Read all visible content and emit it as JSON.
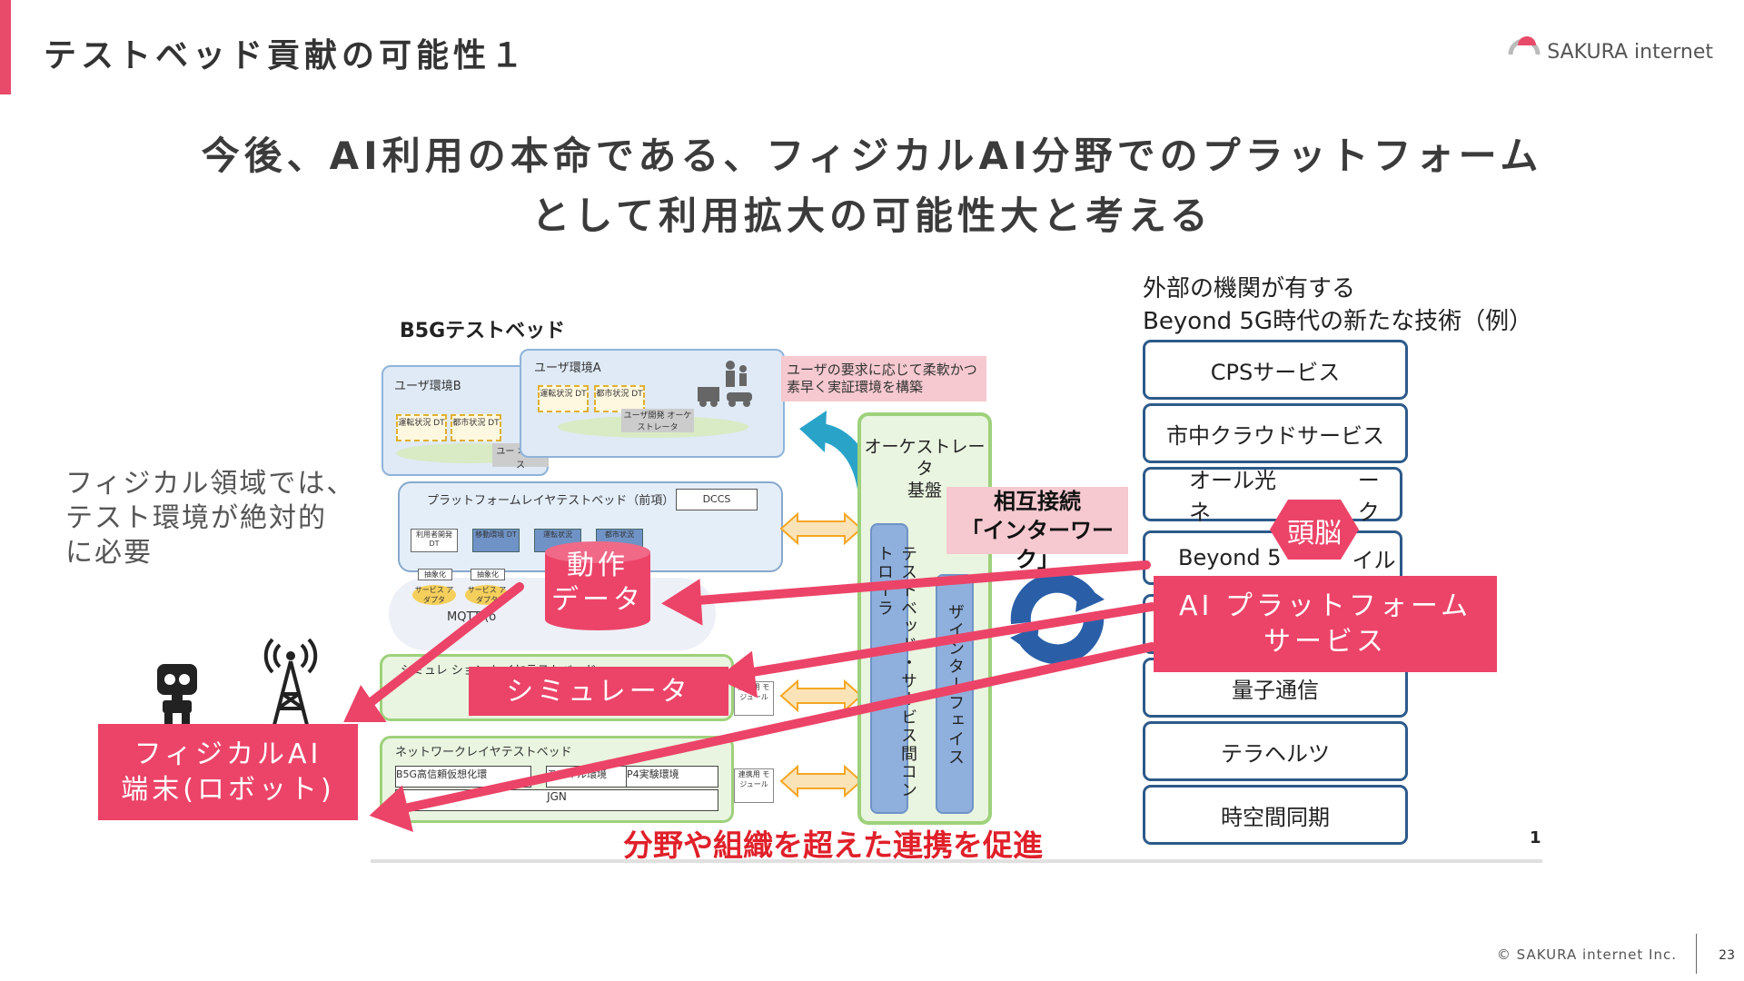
{
  "slide": {
    "title": "テストベッド貢献の可能性１",
    "headline_line1": "今後、AI利用の本命である、フィジカルAI分野でのプラットフォーム",
    "headline_line2": "として利用拡大の可能性大と考える",
    "logo_text": "SAKURA internet",
    "copyright": "© SAKURA internet Inc.",
    "page_number": "23",
    "accent_color": "#e84a6a"
  },
  "left_note": {
    "lines": [
      "フィジカル領域では、",
      "テスト環境が絶対的",
      "に必要"
    ]
  },
  "physical_ai": {
    "label_line1": "フィジカルAI",
    "label_line2": "端末(ロボット)",
    "robot_icon": "robot-icon",
    "antenna_icon": "antenna-icon"
  },
  "testbed": {
    "title": "B5Gテストベッド",
    "user_env_b": "ユーザ環境B",
    "user_env_a": "ユーザ環境A",
    "dt_labels": [
      "運転状況 DT",
      "都市状況 DT"
    ],
    "user_orchestrator": "ユーザ開発 オーケストレータ",
    "user_orch_short": "ユー オーケス",
    "callout": "ユーザの要求に応じて柔軟かつ素早く実証環境を構築",
    "platform_layer": "プラットフォームレイヤテストベッド（前項）",
    "dccs": "DCCS",
    "small_modules": [
      "利用者開発 DT",
      "移動環境 DT",
      "運転状況",
      "都市状況"
    ],
    "abstraction": "抽象化",
    "service_adapter": "サービス アダプタ",
    "mqtt": "MQTT (o",
    "mqtt_tail": ")",
    "sim_layer": "シミュレ ション レイヤテストベッド",
    "sim_tail": "ータ",
    "link_module": "連携用 モジュール",
    "network_layer": "ネットワークレイヤテストベッド",
    "b5g_virtual": "B5G高信頼仮想化環",
    "mobile_env": "モバイル環境",
    "p4_env": "P4実験環境",
    "jgn": "JGN",
    "orchestrator": "オーケストレータ基盤",
    "orch_line1": "オーケストレータ",
    "orch_line2": "基盤",
    "service_controller": "テストベッド・サービス間コントローラ",
    "user_interface": "ザインターフェイス",
    "interconnect_line1": "相互接続",
    "interconnect_line2": "「インターワーク」",
    "bottom_slogan": "分野や組織を超えた連携を促進",
    "footnote": "1"
  },
  "external": {
    "heading_line1": "外部の機関が有する",
    "heading_line2": "Beyond 5G時代の新たな技術（例）",
    "items": [
      "CPSサービス",
      "市中クラウドサービス",
      "オール光ネットワーク",
      "Beyond 5Gモバイル",
      "",
      "量子通信",
      "テラヘルツ",
      "時空間同期"
    ],
    "item3_left": "オール光ネ",
    "item3_right": "ーク",
    "item4_left": "Beyond 5",
    "item4_right": "イル"
  },
  "overlays": {
    "motion_data_line1": "動作",
    "motion_data_line2": "データ",
    "simulator": "シミュレータ",
    "brain": "頭脳",
    "ai_platform_line1": "AI プラットフォーム",
    "ai_platform_line2": "サービス",
    "color": "#ec4468"
  }
}
